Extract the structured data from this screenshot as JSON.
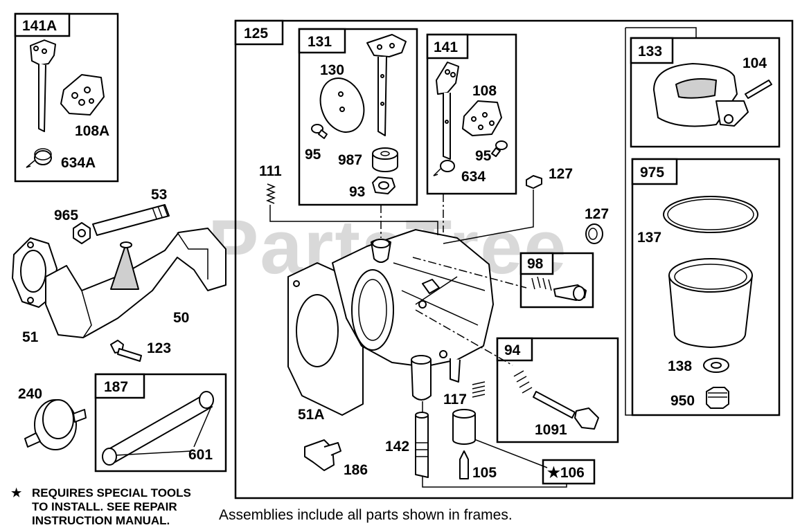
{
  "watermark": "PartsTree",
  "frame_tags": {
    "f141A": "141A",
    "f125": "125",
    "f131": "131",
    "f141": "141",
    "f133": "133",
    "f975": "975",
    "f98": "98",
    "f94": "94",
    "f187": "187",
    "f106": "★106"
  },
  "part_labels": {
    "p108A": "108A",
    "p634A": "634A",
    "p53": "53",
    "p965": "965",
    "p51": "51",
    "p50": "50",
    "p123": "123",
    "p240": "240",
    "p601": "601",
    "p186": "186",
    "p130": "130",
    "p95a": "95",
    "p987": "987",
    "p93": "93",
    "p108": "108",
    "p95b": "95",
    "p634": "634",
    "p111": "111",
    "p127a": "127",
    "p127b": "127",
    "p104": "104",
    "p137": "137",
    "p138": "138",
    "p950": "950",
    "p51A": "51A",
    "p117": "117",
    "p142": "142",
    "p105": "105",
    "p1091": "1091"
  },
  "note": {
    "star": "★",
    "line1": "REQUIRES SPECIAL TOOLS",
    "line2": "TO INSTALL.  SEE REPAIR",
    "line3": "INSTRUCTION MANUAL."
  },
  "caption": "Assemblies include all parts shown in frames."
}
